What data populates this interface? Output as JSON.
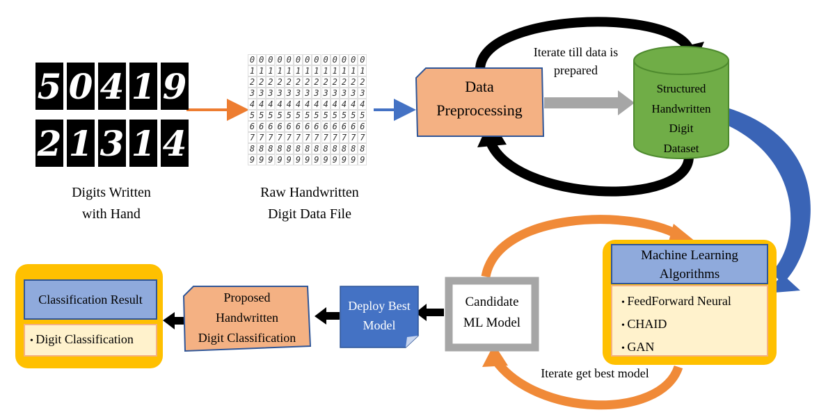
{
  "input_images": {
    "digits_caption": "Digits Written\nwith Hand",
    "raw_caption": "Raw Handwritten\nDigit Data File",
    "sample_digits_row1": [
      "5",
      "0",
      "4",
      "1",
      "9"
    ],
    "sample_digits_row2": [
      "2",
      "1",
      "3",
      "1",
      "4"
    ],
    "raw_digit_rows": [
      "0",
      "1",
      "2",
      "3",
      "4",
      "5",
      "6",
      "7",
      "8",
      "9"
    ]
  },
  "preprocessing": {
    "label": "Data\nPreprocessing",
    "loop_label": "Iterate till data is\nprepared"
  },
  "dataset": {
    "label": "Structured\nHandwritten\nDigit\nDataset"
  },
  "ml_algorithms": {
    "title": "Machine Learning\nAlgorithms",
    "items": [
      "FeedForward Neural",
      "CHAID",
      "GAN"
    ]
  },
  "candidate": {
    "label": "Candidate\nML Model",
    "loop_label": "Iterate get best model"
  },
  "deploy": {
    "label": "Deploy Best\nModel"
  },
  "proposed": {
    "label": "Proposed\nHandwritten\nDigit Classification"
  },
  "result": {
    "title": "Classification Result",
    "items": [
      "Digit Classification"
    ]
  },
  "colors": {
    "orange_fill": "#f4b183",
    "green_fill": "#70ad47",
    "blue_fill": "#4472c4",
    "light_blue": "#8faadc",
    "gold": "#ffc000",
    "cream": "#fff2cc",
    "gray": "#a6a6a6",
    "arrow_orange": "#ed7d31"
  }
}
